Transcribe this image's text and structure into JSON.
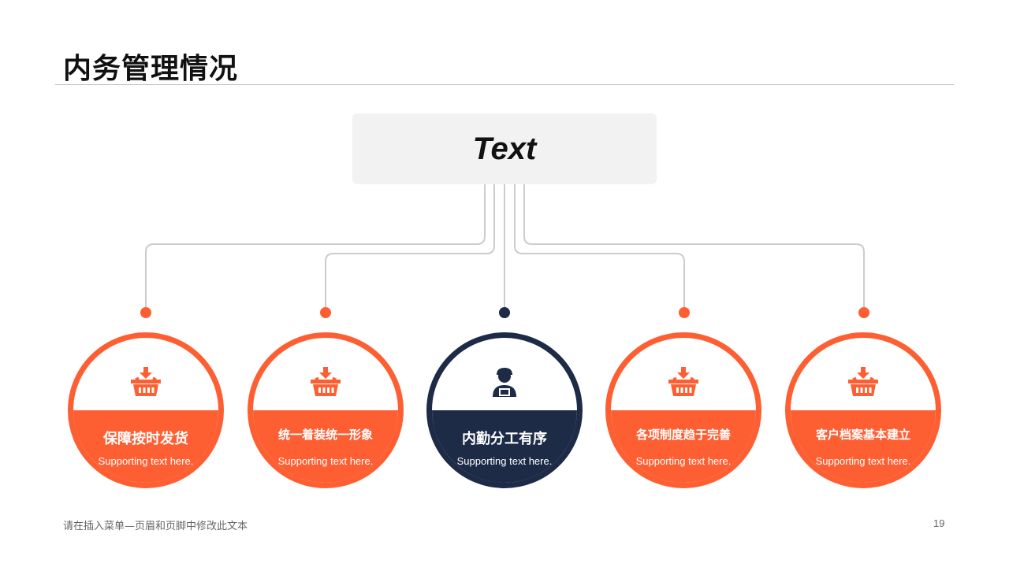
{
  "title": "内务管理情况",
  "top_node": {
    "label": "Text"
  },
  "colors": {
    "accent": "#fd5f33",
    "highlight": "#1d2b47",
    "connector": "#cccccc",
    "box_bg": "#f2f2f2"
  },
  "nodes": [
    {
      "label": "保障按时发货",
      "sub": "Supporting text here.",
      "icon": "shopping-basket-icon",
      "highlight": false
    },
    {
      "label": "统一着装统一形象",
      "sub": "Supporting text here.",
      "icon": "shopping-basket-icon",
      "highlight": false
    },
    {
      "label": "内勤分工有序",
      "sub": "Supporting text here.",
      "icon": "worker-at-laptop-icon",
      "highlight": true
    },
    {
      "label": "各项制度趋于完善",
      "sub": "Supporting text here.",
      "icon": "shopping-basket-icon",
      "highlight": false
    },
    {
      "label": "客户档案基本建立",
      "sub": "Supporting text here.",
      "icon": "shopping-basket-icon",
      "highlight": false
    }
  ],
  "footer": {
    "text": "请在插入菜单—页眉和页脚中修改此文本",
    "page_number": "19"
  }
}
